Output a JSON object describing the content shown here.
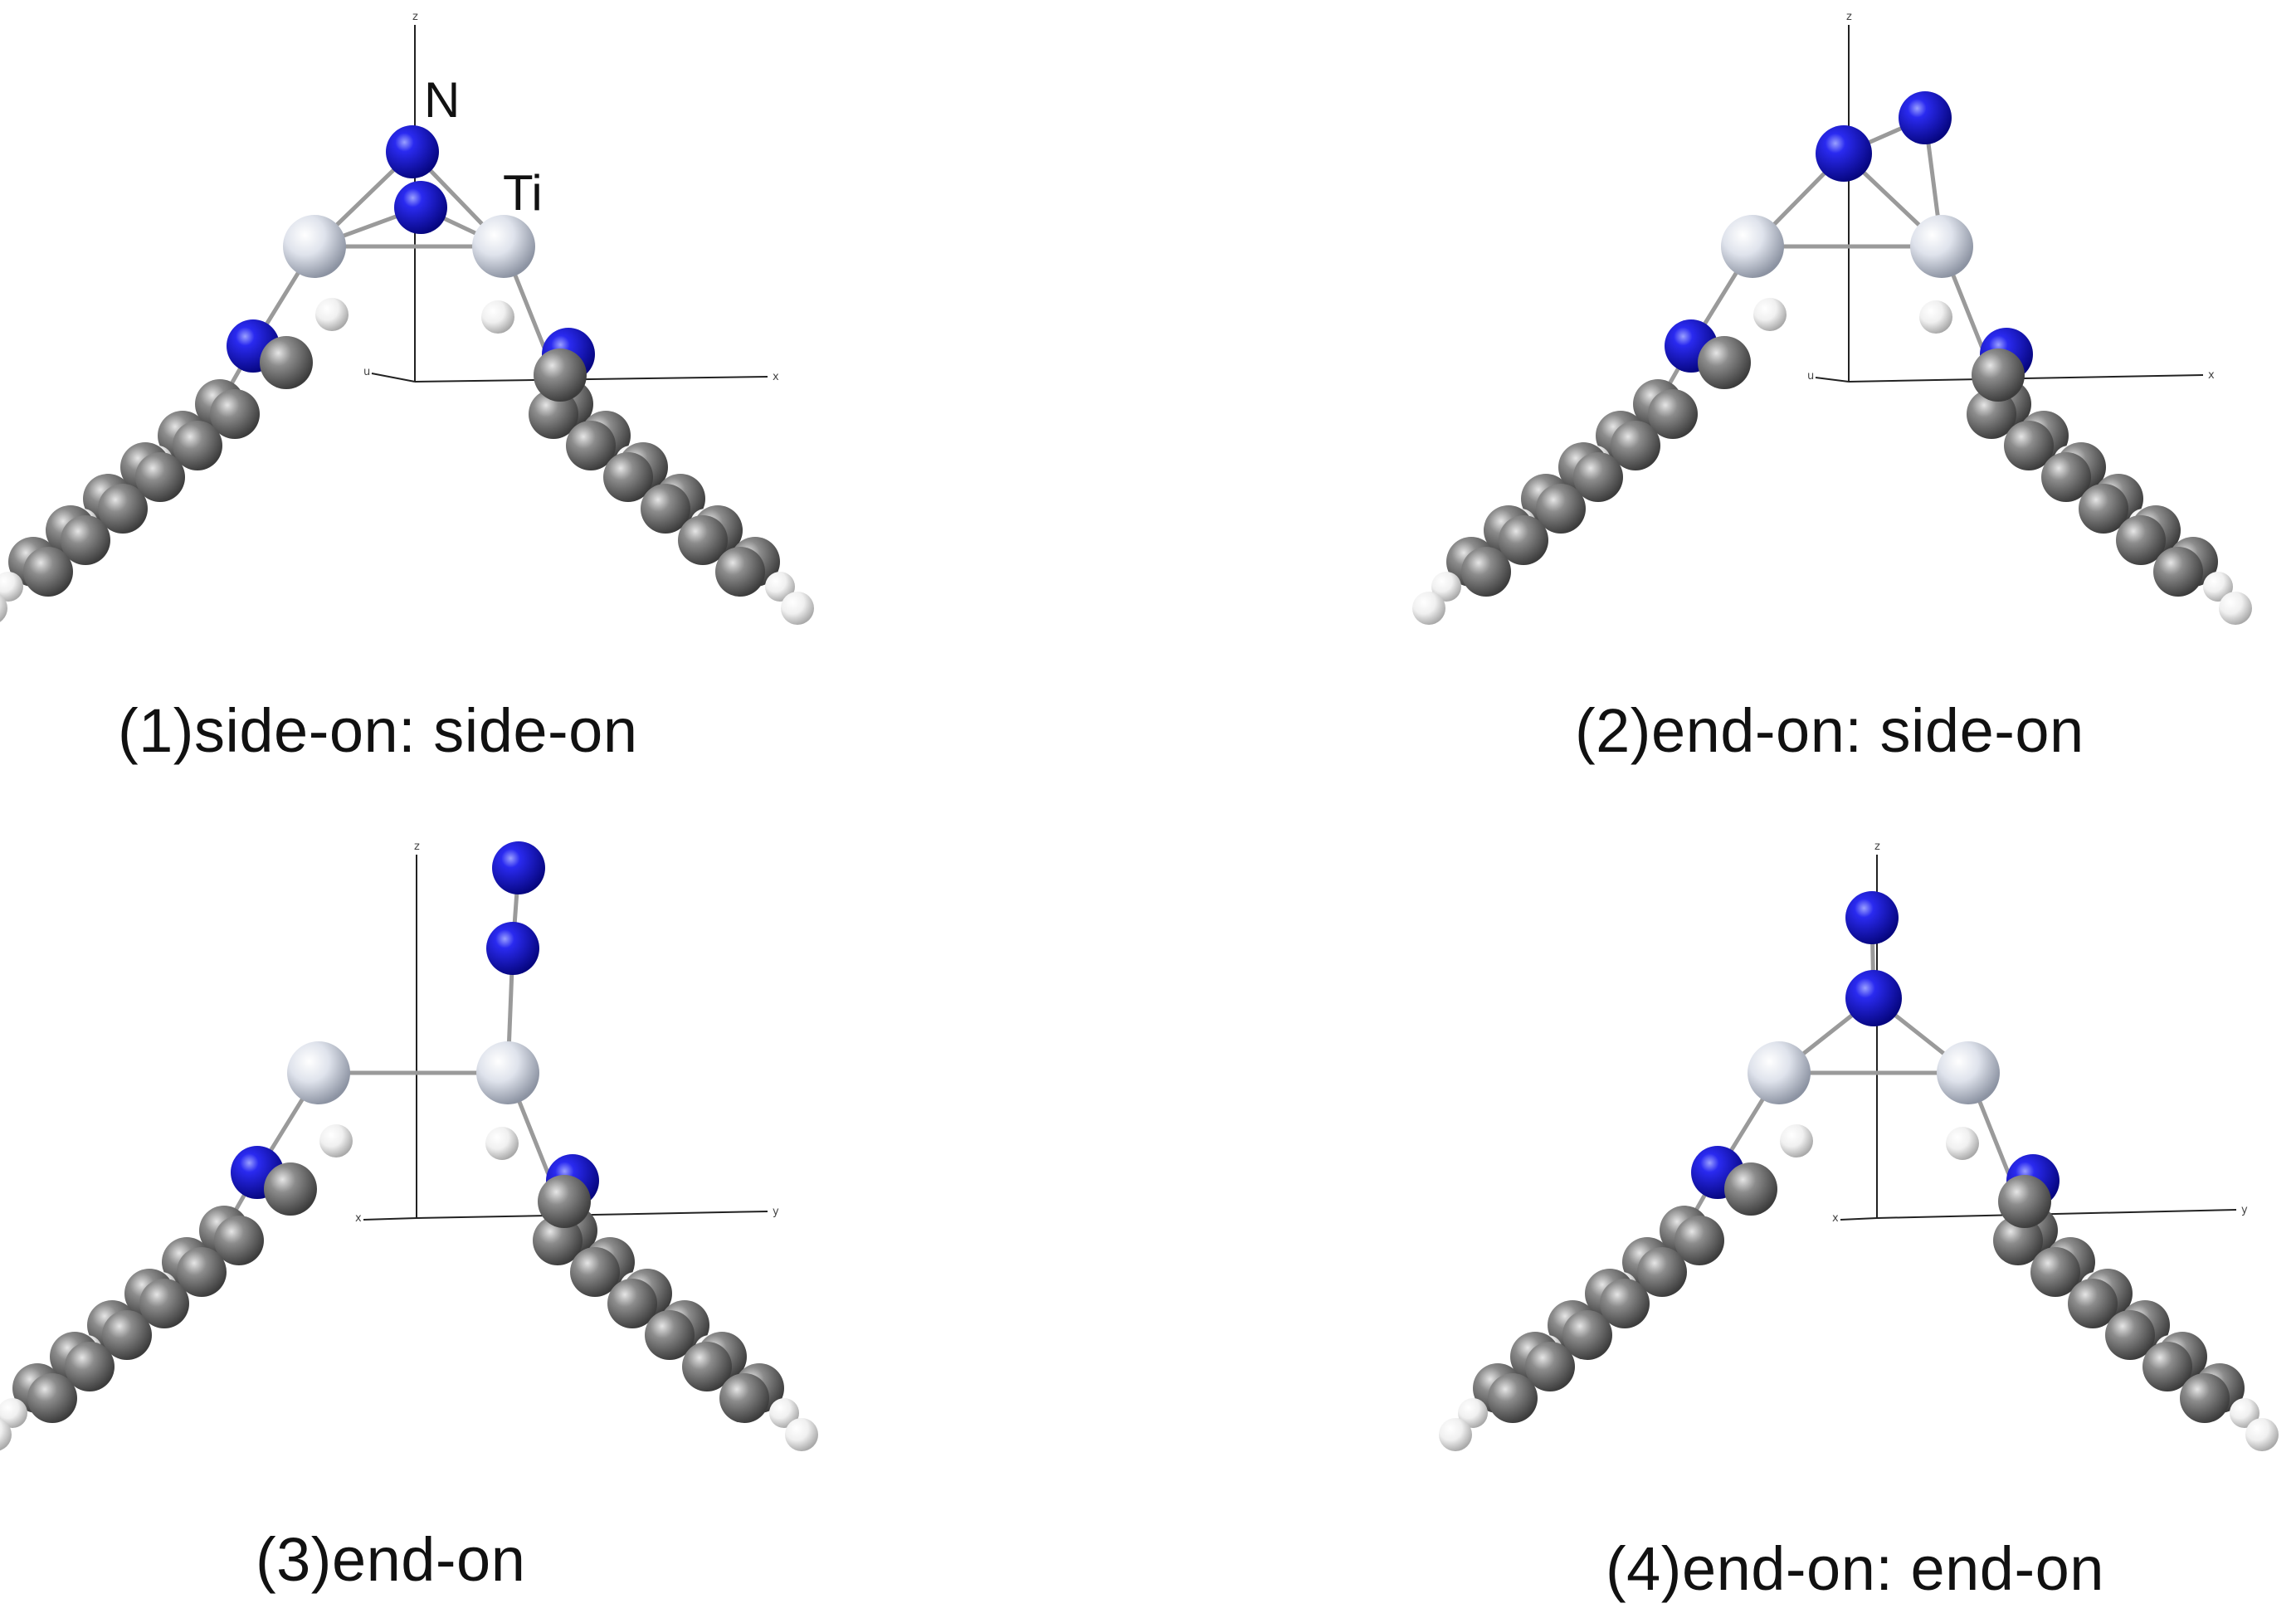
{
  "panels": [
    {
      "caption": "(1)side-on: side-on",
      "axis_h": "x",
      "axis_left": "u",
      "axis_v": "z"
    },
    {
      "caption": "(2)end-on: side-on",
      "axis_h": "x",
      "axis_left": "u",
      "axis_v": "z"
    },
    {
      "caption": "(3)end-on",
      "axis_h": "y",
      "axis_left": "x",
      "axis_v": "z"
    },
    {
      "caption": "(4)end-on: end-on",
      "axis_h": "y",
      "axis_left": "x",
      "axis_v": "z"
    }
  ],
  "atom_labels": {
    "nitrogen": "N",
    "titanium": "Ti"
  },
  "colors": {
    "nitrogen": "#1414d2",
    "titanium": "#dde1ea",
    "carbon": "#8a8a8a",
    "hydrogen": "#f0f0f0",
    "bond": "#9a9a9a",
    "axis": "#222222"
  }
}
